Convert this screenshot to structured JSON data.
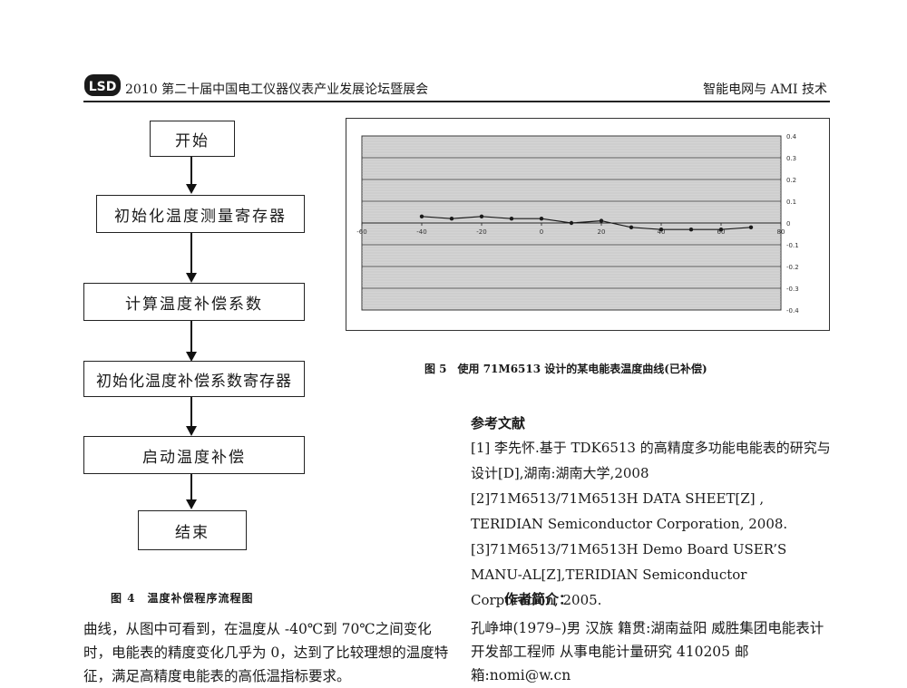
{
  "header": {
    "logo_text": "LSD",
    "left": "2010 第二十届中国电工仪器仪表产业发展论坛暨展会",
    "right": "智能电网与 AMI 技术"
  },
  "flowchart": {
    "steps": [
      "开始",
      "初始化温度测量寄存器",
      "计算温度补偿系数",
      "初始化温度补偿系数寄存器",
      "启动温度补偿",
      "结束"
    ],
    "caption": "图 4　温度补偿程序流程图"
  },
  "body_left": {
    "text": "曲线，从图中可看到，在温度从 -40℃到 70℃之间变化时，电能表的精度变化几乎为 0，达到了比较理想的温度特征，满足高精度电能表的高低温指标要求。"
  },
  "chart_data": {
    "type": "line",
    "x": [
      -40,
      -30,
      -20,
      -10,
      0,
      10,
      20,
      30,
      40,
      50,
      60,
      70
    ],
    "series": [
      {
        "values": [
          0.03,
          0.02,
          0.03,
          0.02,
          0.02,
          0.0,
          0.01,
          -0.02,
          -0.03,
          -0.03,
          -0.03,
          -0.02
        ]
      }
    ],
    "xlim": [
      -60,
      80
    ],
    "ylim": [
      -0.4,
      0.4
    ],
    "x_ticks": [
      "-60",
      "-40",
      "-20",
      "0",
      "20",
      "40",
      "60",
      "80"
    ],
    "y_ticks": [
      "0.4",
      "0.3",
      "0.2",
      "0.1",
      "0",
      "-0.1",
      "-0.2",
      "-0.3",
      "-0.4"
    ],
    "grid": true,
    "legend": "none",
    "caption": "图 5　使用 71M6513 设计的某电能表温度曲线(已补偿)",
    "colors": {
      "plot_bg": "#d4d4d4",
      "line": "#1a1a1a",
      "grid": "#3a3a3a"
    }
  },
  "references": {
    "title": "参考文献",
    "items": [
      "[1] 李先怀.基于 TDK6513 的高精度多功能电能表的研究与设计[D],湖南:湖南大学,2008",
      "[2]71M6513/71M6513H DATA SHEET[Z] , TERIDIAN Semiconductor Corporation, 2008.",
      "[3]71M6513/71M6513H Demo Board USER’S MANU-AL[Z],TERIDIAN Semiconductor Corporation, 2005."
    ]
  },
  "author": {
    "title": "作者简介：",
    "text": "孔峥坤(1979–)男 汉族 籍贯:湖南益阳 威胜集团电能表计开发部工程师 从事电能计量研究 410205 邮箱:nomi@w.cn"
  }
}
